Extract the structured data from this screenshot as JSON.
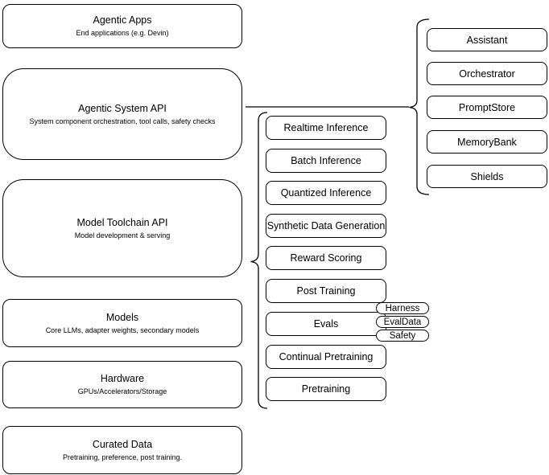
{
  "colors": {
    "background": "#ffffff",
    "stroke": "#000000",
    "text": "#000000"
  },
  "stack": [
    {
      "title": "Agentic Apps",
      "subtitle": "End applications (e.g. Devin)"
    },
    {
      "title": "Agentic System API",
      "subtitle": "System component orchestration, tool calls, safety checks"
    },
    {
      "title": "Model Toolchain API",
      "subtitle": "Model development & serving"
    },
    {
      "title": "Models",
      "subtitle": "Core LLMs, adapter weights, secondary models"
    },
    {
      "title": "Hardware",
      "subtitle": "GPUs/Accelerators/Storage"
    },
    {
      "title": "Curated Data",
      "subtitle": "Pretraining, preference, post training."
    }
  ],
  "toolchain": {
    "items": [
      "Realtime Inference",
      "Batch Inference",
      "Quantized Inference",
      "Synthetic Data Generation",
      "Reward Scoring",
      "Post Training",
      "Evals",
      "Continual Pretraining",
      "Pretraining"
    ]
  },
  "eval_tags": [
    "Harness",
    "EvalData",
    "Safety"
  ],
  "system_components": [
    "Assistant",
    "Orchestrator",
    "PromptStore",
    "MemoryBank",
    "Shields"
  ]
}
